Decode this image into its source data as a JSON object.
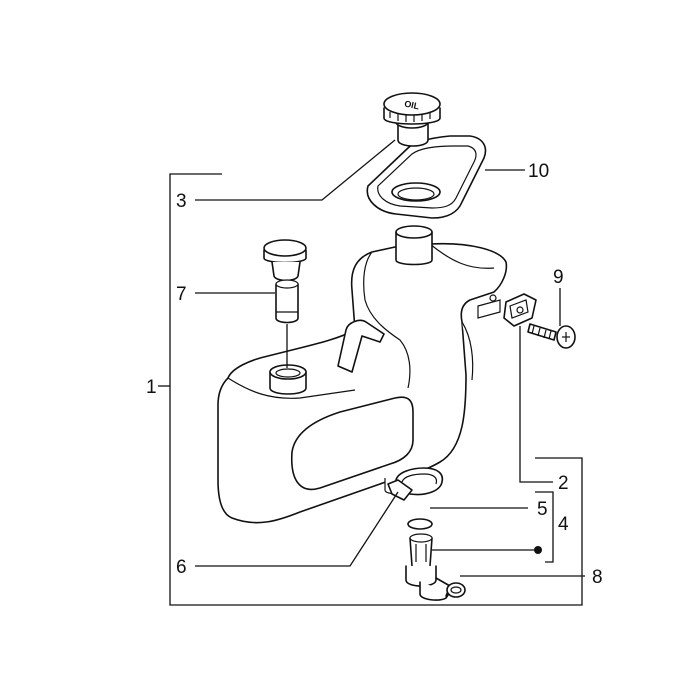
{
  "diagram": {
    "cap_marking": "OIL",
    "callouts": [
      {
        "id": "c1",
        "label": "1"
      },
      {
        "id": "c2",
        "label": "2"
      },
      {
        "id": "c3",
        "label": "3"
      },
      {
        "id": "c4",
        "label": "4"
      },
      {
        "id": "c5",
        "label": "5"
      },
      {
        "id": "c6",
        "label": "6"
      },
      {
        "id": "c7",
        "label": "7"
      },
      {
        "id": "c8",
        "label": "8"
      },
      {
        "id": "c9",
        "label": "9"
      },
      {
        "id": "c10",
        "label": "10"
      }
    ]
  },
  "colors": {
    "line": "#111111",
    "background": "#ffffff"
  }
}
